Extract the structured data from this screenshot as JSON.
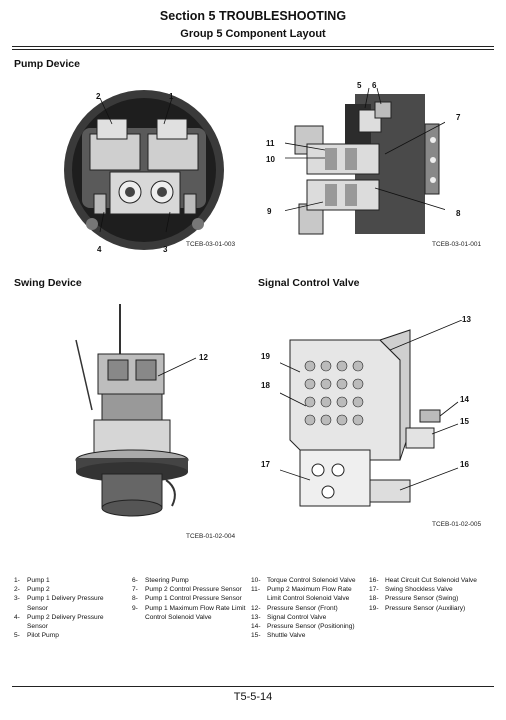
{
  "header": {
    "section": "Section 5 TROUBLESHOOTING",
    "group": "Group 5 Component Layout"
  },
  "sections": {
    "pump_device": "Pump Device",
    "swing_device": "Swing Device",
    "signal_control_valve": "Signal Control Valve"
  },
  "figure_codes": {
    "pump_left": "TCEB-03-01-003",
    "pump_right": "TCEB-03-01-001",
    "swing": "TCEB-01-02-004",
    "signal": "TCEB-01-02-005"
  },
  "callouts": {
    "c1": "1",
    "c2": "2",
    "c3": "3",
    "c4": "4",
    "c5": "5",
    "c6": "6",
    "c7": "7",
    "c8": "8",
    "c9": "9",
    "c10": "10",
    "c11": "11",
    "c12": "12",
    "c13": "13",
    "c14": "14",
    "c15": "15",
    "c16": "16",
    "c17": "17",
    "c18": "18",
    "c19": "19"
  },
  "legend": {
    "col1": [
      {
        "num": "1-",
        "text": "Pump 1"
      },
      {
        "num": "2-",
        "text": "Pump 2"
      },
      {
        "num": "3-",
        "text": "Pump 1 Delivery Pressure Sensor"
      },
      {
        "num": "4-",
        "text": "Pump 2 Delivery Pressure Sensor"
      },
      {
        "num": "5-",
        "text": "Pilot Pump"
      }
    ],
    "col2": [
      {
        "num": "6-",
        "text": "Steering Pump"
      },
      {
        "num": "7-",
        "text": "Pump 2 Control Pressure Sensor"
      },
      {
        "num": "8-",
        "text": "Pump 1 Control Pressure Sensor"
      },
      {
        "num": "9-",
        "text": "Pump 1 Maximum Flow Rate Limit Control Solenoid Valve"
      }
    ],
    "col3": [
      {
        "num": "10-",
        "text": "Torque Control Solenoid Valve"
      },
      {
        "num": "11-",
        "text": "Pump 2 Maximum Flow Rate Limit Control Solenoid Valve"
      },
      {
        "num": "12-",
        "text": "Pressure Sensor (Front)"
      },
      {
        "num": "13-",
        "text": "Signal Control Valve"
      },
      {
        "num": "14-",
        "text": "Pressure Sensor (Positioning)"
      },
      {
        "num": "15-",
        "text": "Shuttle Valve"
      }
    ],
    "col4": [
      {
        "num": "16-",
        "text": "Heat Circuit Cut Solenoid Valve"
      },
      {
        "num": "17-",
        "text": "Swing Shockless Valve"
      },
      {
        "num": "18-",
        "text": "Pressure Sensor (Swing)"
      },
      {
        "num": "19-",
        "text": "Pressure Sensor (Auxiliary)"
      }
    ]
  },
  "footer": {
    "page": "T5-5-14"
  }
}
